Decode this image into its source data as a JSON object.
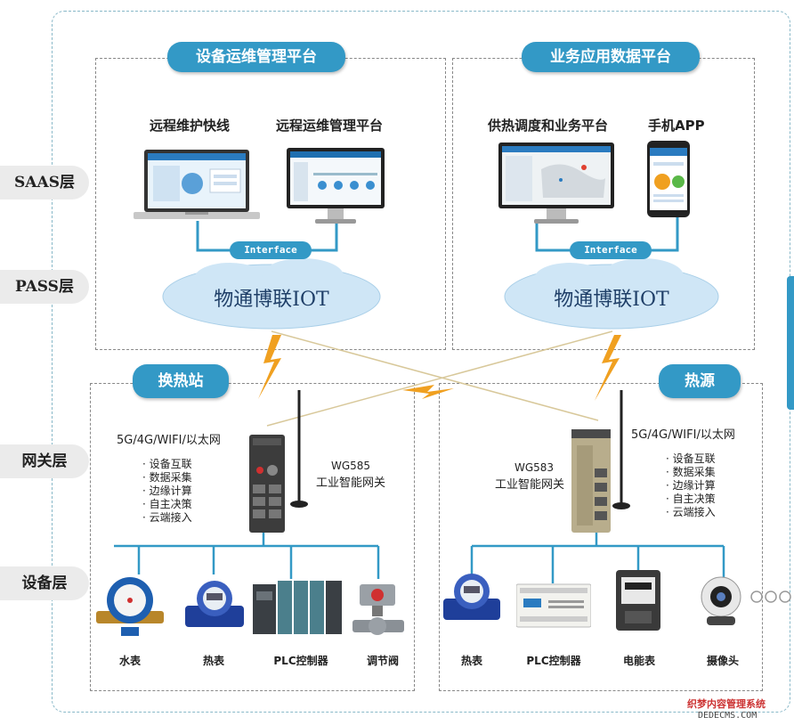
{
  "layers": [
    "SAAS层",
    "PASS层",
    "网关层",
    "设备层"
  ],
  "left_platform": {
    "title": "设备运维管理平台",
    "items": [
      "远程维护快线",
      "远程运维管理平台"
    ],
    "interface": "Interface",
    "cloud": "物通博联IOT"
  },
  "right_platform": {
    "title": "业务应用数据平台",
    "items": [
      "供热调度和业务平台",
      "手机APP"
    ],
    "interface": "Interface",
    "cloud": "物通博联IOT"
  },
  "left_site": {
    "title": "换热站",
    "network": "5G/4G/WIFI/以太网",
    "features": [
      "设备互联",
      "数据采集",
      "边缘计算",
      "自主决策",
      "云端接入"
    ],
    "gateway_model": "WG585",
    "gateway_name": "工业智能网关",
    "devices": [
      "水表",
      "热表",
      "PLC控制器",
      "调节阀"
    ]
  },
  "right_site": {
    "title": "热源",
    "network": "5G/4G/WIFI/以太网",
    "features": [
      "设备互联",
      "数据采集",
      "边缘计算",
      "自主决策",
      "云端接入"
    ],
    "gateway_model": "WG583",
    "gateway_name": "工业智能网关",
    "devices": [
      "热表",
      "PLC控制器",
      "电能表",
      "摄像头"
    ]
  },
  "watermark": {
    "line1": "织梦内容管理系统",
    "line2": "DEDECMS.COM"
  },
  "colors": {
    "accent": "#3399c6",
    "line": "#3399c6",
    "cloud": "#cfe6f6",
    "lightning": "#f0a020"
  }
}
